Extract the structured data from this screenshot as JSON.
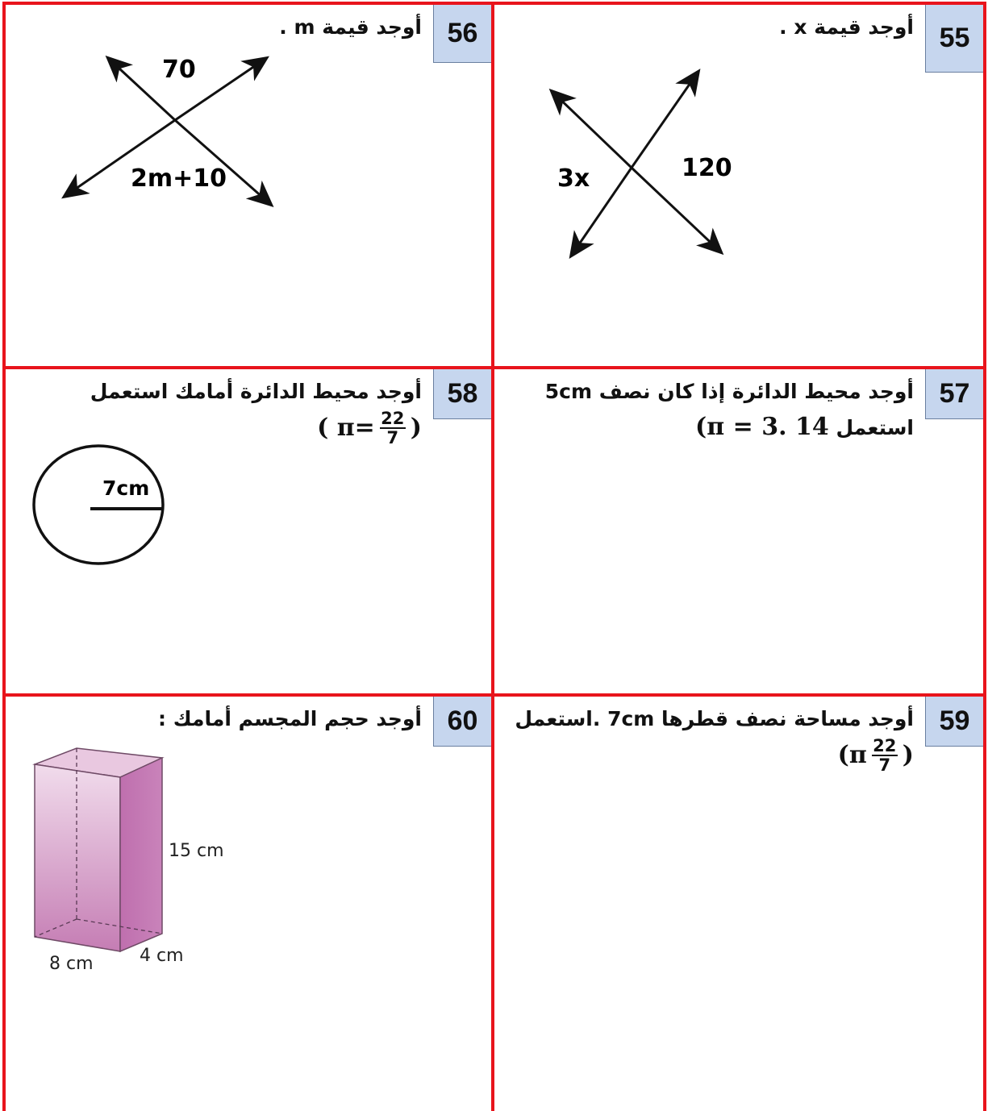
{
  "q55": {
    "number": "55",
    "prompt": "أوجد قيمة  x .",
    "labels": {
      "left": "3x",
      "right": "120"
    }
  },
  "q56": {
    "number": "56",
    "prompt": "أوجد قيمة m .",
    "labels": {
      "top": "70",
      "bottom": "2m+10"
    }
  },
  "q57": {
    "number": "57",
    "prompt": "أوجد محيط الدائرة إذا كان نصف 5cm",
    "use_word": "استعمل",
    "pi_expr": "(π = 3. 14",
    "pi_close": ""
  },
  "q58": {
    "number": "58",
    "prompt": "أوجد محيط الدائرة أمامك استعمل",
    "pi_open": "( π=",
    "frac_num": "22",
    "frac_den": "7",
    "pi_close": ")",
    "radius_label": "7cm"
  },
  "q59": {
    "number": "59",
    "prompt": "أوجد مساحة نصف قطرها 7cm .استعمل",
    "pi_open": "(π",
    "frac_num": "22",
    "frac_den": "7",
    "pi_close": ")"
  },
  "q60": {
    "number": "60",
    "prompt": "أوجد حجم المجسم أمامك :",
    "height_label": "15 cm",
    "length_label": "8 cm",
    "width_label": "4 cm"
  },
  "colors": {
    "border": "#e8141c",
    "number_box": "#c6d6ee",
    "prism_face": "#c77bb5"
  }
}
